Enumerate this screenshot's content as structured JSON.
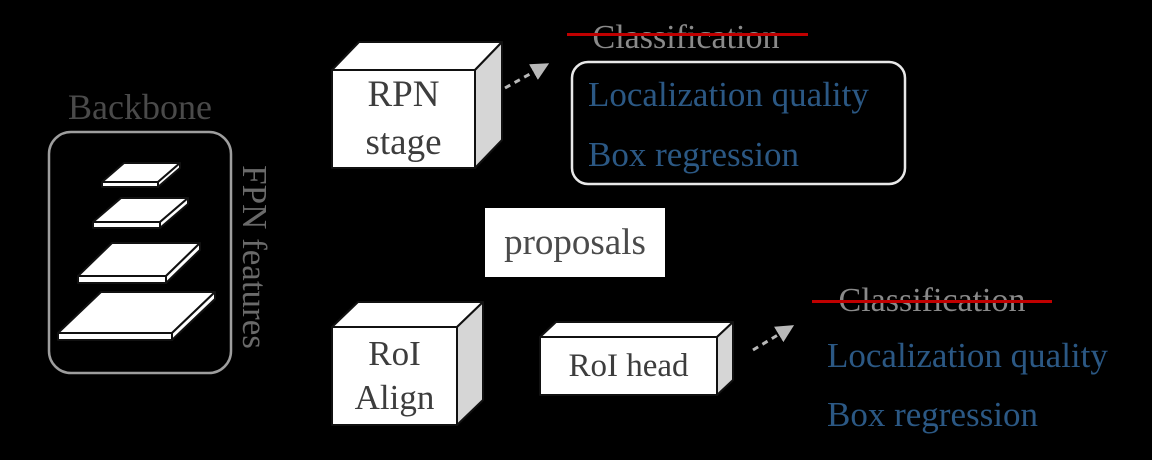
{
  "colors": {
    "background": "#000000",
    "box_fill": "#ffffff",
    "box_side_fill": "#d6d6d6",
    "box_outline": "#111111",
    "blue_text": "#2b5884",
    "red_strike": "#c00000",
    "gray_dark_text": "#4a4a4a",
    "gray_mid_text": "#6a6a6a",
    "gray_light_text": "#8a8a8a",
    "arrow_gray": "#b8b8b8",
    "backbone_border": "#9e9e9e",
    "outputs_border": "#e8e8e8"
  },
  "backbone": {
    "label": "Backbone",
    "fpn_label": "FPN features"
  },
  "rpn_stage": {
    "line1": "RPN",
    "line2": "stage"
  },
  "rpn_outputs": {
    "classification": "Classification",
    "localization_quality": "Localization quality",
    "box_regression": "Box regression"
  },
  "proposals_label": "proposals",
  "roi_align": {
    "line1": "RoI",
    "line2": "Align"
  },
  "roi_head_label": "RoI head",
  "roi_outputs": {
    "classification": "Classification",
    "localization_quality": "Localization quality",
    "box_regression": "Box regression"
  }
}
